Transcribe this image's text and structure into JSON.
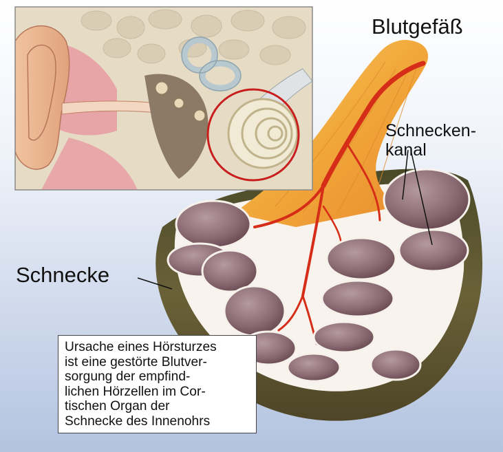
{
  "labels": {
    "blutgefaess": "Blutgefäß",
    "schneckenkanal": "Schnecken-\nkanal",
    "schnecke": "Schnecke"
  },
  "caption": "Ursache eines Hörsturzes\nist eine gestörte Blutver-\nsorgung der empfind-\nlichen Hörzellen im Cor-\ntischen Organ der\nSchnecke des Innenohrs",
  "colors": {
    "background_top": "#ffffff",
    "background_bottom": "#b5c5e2",
    "highlight_circle": "#c81e1e",
    "blood_vessel": "#d8341a",
    "cochlea_wall": "#5c5630",
    "chamber_fill": "#8a6a70",
    "nerve": "#f3b344"
  }
}
